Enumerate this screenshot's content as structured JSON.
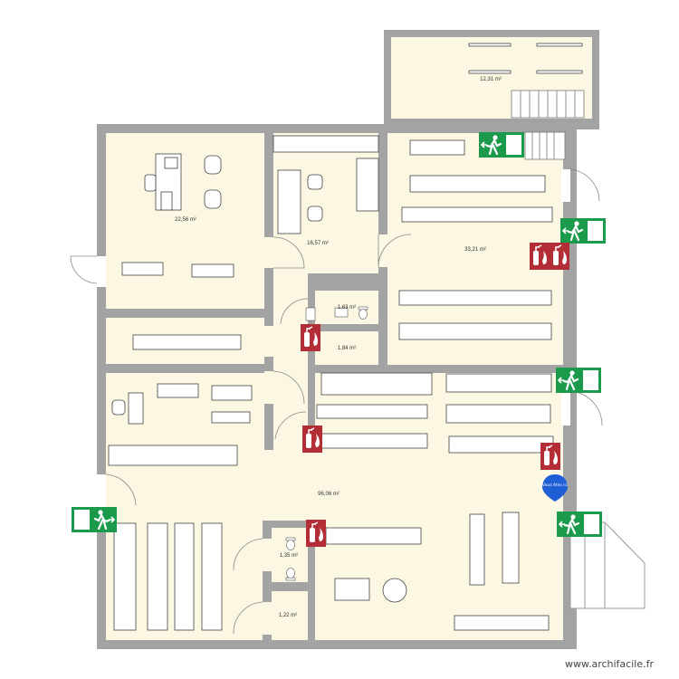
{
  "plan": {
    "rooms": [
      {
        "id": "stair-room",
        "area": "12,31 m²"
      },
      {
        "id": "office",
        "area": "22,56 m²"
      },
      {
        "id": "kitchen",
        "area": "16,57 m²"
      },
      {
        "id": "main-storage",
        "area": "33,21 m²"
      },
      {
        "id": "wc-1",
        "area": "1,63 m²"
      },
      {
        "id": "corridor-small",
        "area": "1,84 m²"
      },
      {
        "id": "main-hall",
        "area": "96,06 m²"
      },
      {
        "id": "wc-2",
        "area": "1,35 m²"
      },
      {
        "id": "wc-3",
        "area": "1,22 m²"
      }
    ],
    "marker_text": "Vous êtes ici",
    "colors": {
      "wall": "#a3a3a3",
      "floor": "#fbf7e2",
      "exit_green": "#1c9a4b",
      "fire_red": "#b32d36",
      "marker_blue": "#1e5fd6"
    },
    "icons": [
      "emergency-exit-icon",
      "fire-extinguisher-icon",
      "location-pin-icon"
    ]
  },
  "watermark": "www.archifacile.fr"
}
